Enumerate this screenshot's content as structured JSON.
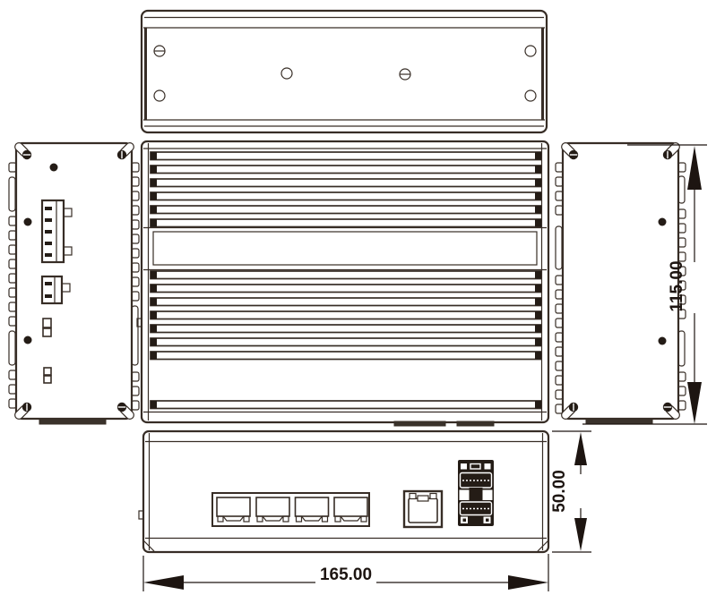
{
  "diagram": {
    "type": "mechanical-dimension-drawing",
    "subject": "industrial-ethernet-switch-outline",
    "colors": {
      "line": "#372d26",
      "dark": "#241c16",
      "dim": "#1d1511",
      "text": "#1d1511",
      "background": "#ffffff"
    },
    "dimensions": {
      "width_label": "165.00",
      "height_label": "115.00",
      "depth_label": "50.00"
    },
    "views": [
      "top-view",
      "left-side-view",
      "front-view",
      "right-side-view",
      "bottom-view"
    ],
    "features": {
      "rj45_quad_ports": 4,
      "rj45_single_port": 1,
      "sfp_slots": 2,
      "terminal_blocks": 2
    }
  }
}
